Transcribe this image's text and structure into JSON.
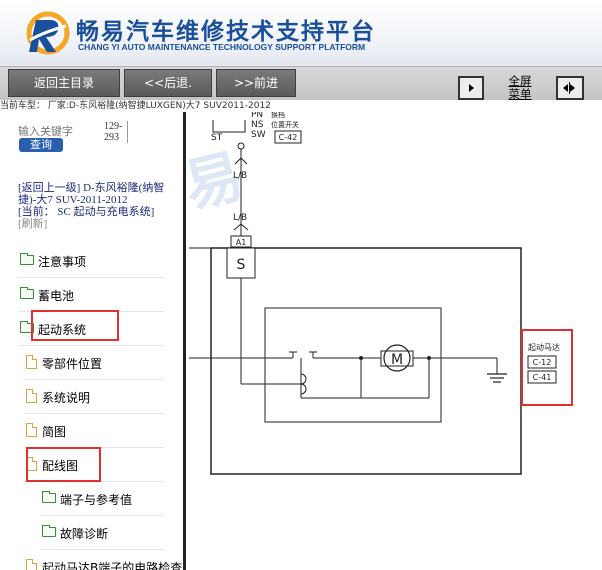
{
  "header": {
    "title_cn": "畅易汽车维修技术支持平台",
    "title_en": "CHANG YI AUTO MAINTENANCE TECHNOLOGY SUPPORT PLATFORM",
    "logo_icon": "cy-logo"
  },
  "toolbar": {
    "home_label": "返回主目录",
    "back_label": "<<后退.",
    "forward_label": ">>前进",
    "fullscreen_label_1": "全屏",
    "fullscreen_label_2": "菜单"
  },
  "vehicle": {
    "info": "当前车型：  厂家:D-东风裕隆(纳智捷LUXGEN)大7 SUV2011-2012"
  },
  "search": {
    "placeholder": "输入关键字",
    "button_label": "查询",
    "count_1": "129-",
    "count_2": "293"
  },
  "breadcrumb": {
    "up_label": "[返回上一级]",
    "parent": "D-东风裕隆(纳智捷)-大7 SUV-2011-2012",
    "current_prefix": "[当前：",
    "current": "SC 起动与充电系统]",
    "refresh": "[刷新]"
  },
  "tree": [
    {
      "label": "注意事项",
      "type": "folder"
    },
    {
      "label": "蓄电池",
      "type": "folder"
    },
    {
      "label": "起动系统",
      "type": "folder",
      "highlighted": true
    },
    {
      "label": "零部件位置",
      "type": "doc"
    },
    {
      "label": "系统说明",
      "type": "doc"
    },
    {
      "label": "简图",
      "type": "doc"
    },
    {
      "label": "配线图",
      "type": "doc",
      "highlighted": true
    },
    {
      "label": "端子与参考值",
      "type": "folder"
    },
    {
      "label": "故障诊断",
      "type": "folder"
    },
    {
      "label": "起动马达B端子的电路检查",
      "type": "doc"
    }
  ],
  "diagram": {
    "switch_labels": [
      "PN",
      "NS",
      "SW"
    ],
    "switch_note_1": "换档",
    "switch_note_2": "位置开关",
    "st_label": "ST",
    "connector_top": "C-42",
    "wire_1": "L/B",
    "wire_2": "L/B",
    "connector_a1": "A1",
    "s_label": "S",
    "motor_label": "M",
    "starter_title": "起动马达",
    "starter_conn_1": "C-12",
    "starter_conn_2": "C-41"
  },
  "colors": {
    "brand": "#1a4f9c",
    "highlight": "#e03030"
  }
}
